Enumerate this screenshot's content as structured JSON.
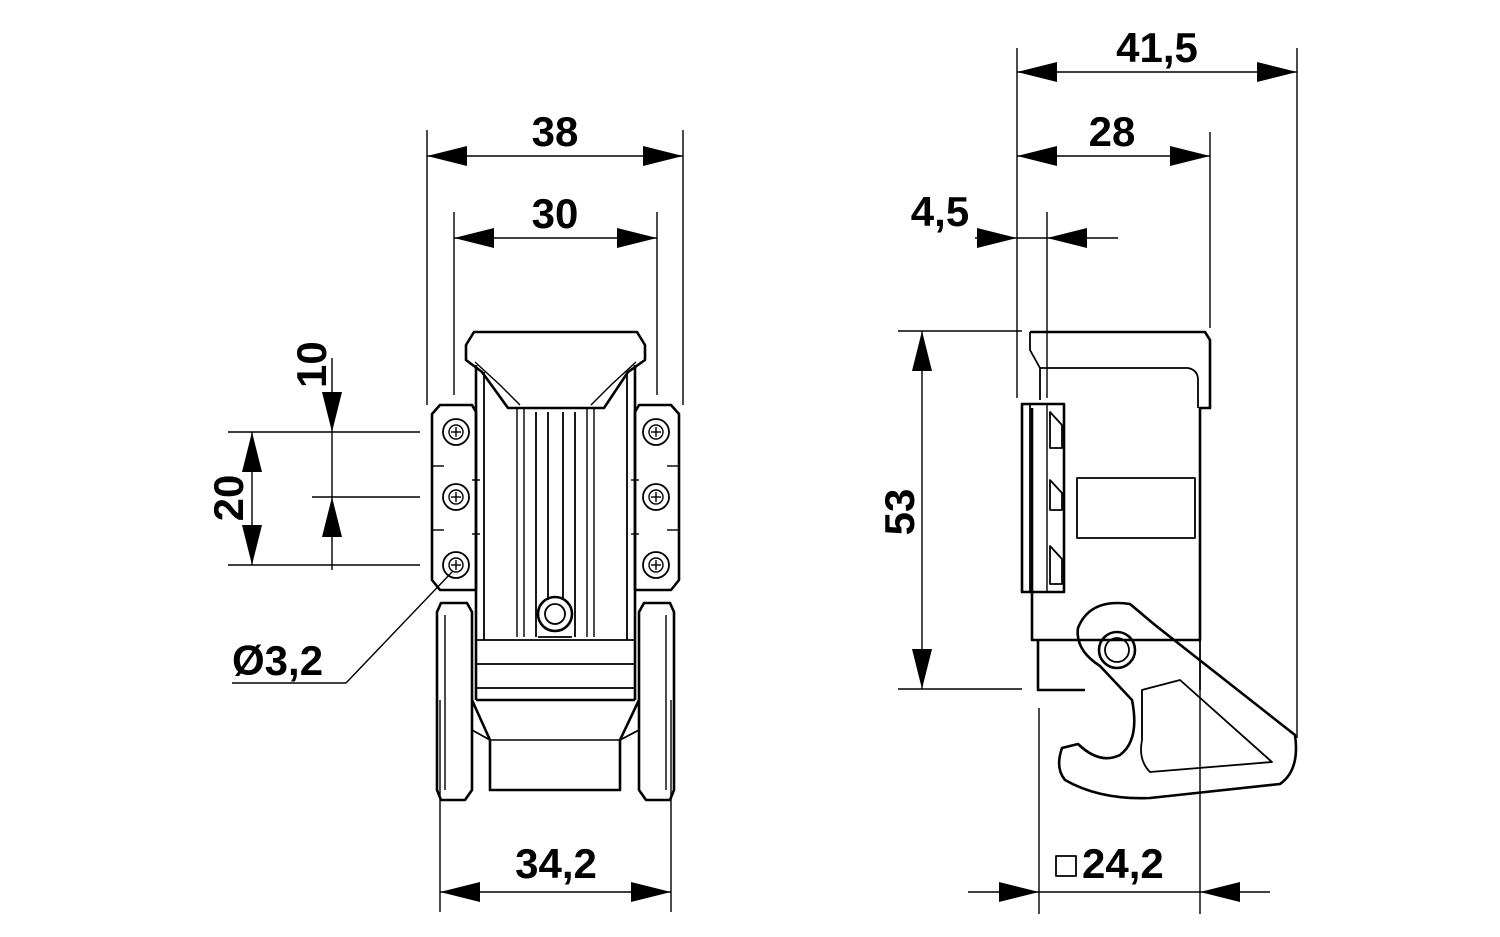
{
  "drawing": {
    "front_view": {
      "dimensions": {
        "overall_width": "38",
        "inner_width": "30",
        "pitch_small": "10",
        "pitch_large": "20",
        "hole_diameter": "Ø3,2",
        "base_width": "34,2"
      }
    },
    "side_view": {
      "dimensions": {
        "overall_depth": "41,5",
        "body_depth": "28",
        "flange_thickness": "4,5",
        "height": "53",
        "square_size": "24,2"
      },
      "square_symbol": "□"
    }
  }
}
